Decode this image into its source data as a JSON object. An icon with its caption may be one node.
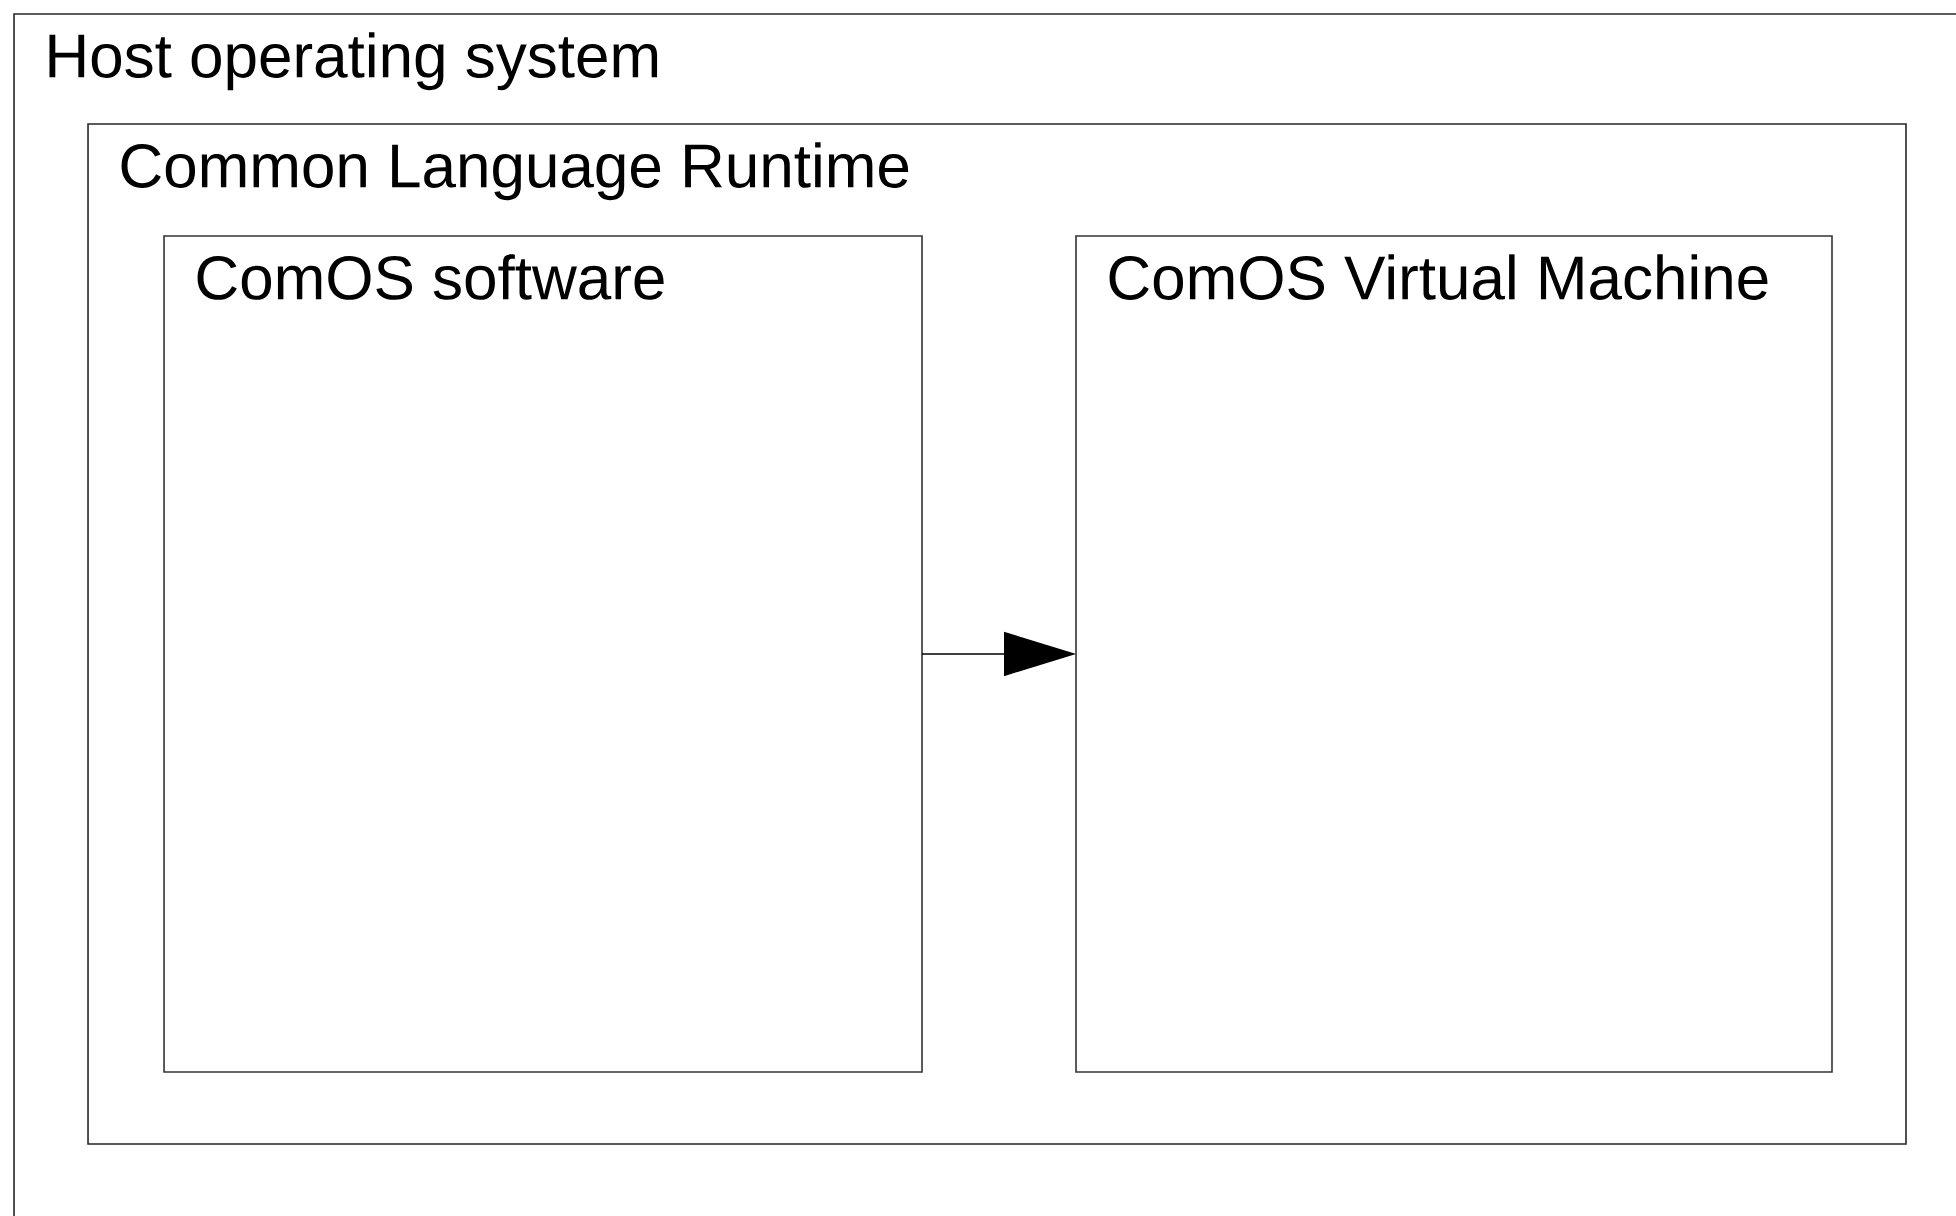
{
  "diagram": {
    "nodes": [
      {
        "text": [
          "Host operating system"
        ]
      },
      {
        "text": [
          "Common Language Runtime"
        ],
        "in": 0
      },
      {
        "text": [
          "ComOS software"
        ],
        "in": 1
      },
      {
        "text": [
          "ComOS Virtual Machine"
        ],
        "in": 1
      }
    ],
    "edges": [
      {
        "from": 2,
        "to": 3,
        "arrow": "to"
      }
    ]
  }
}
